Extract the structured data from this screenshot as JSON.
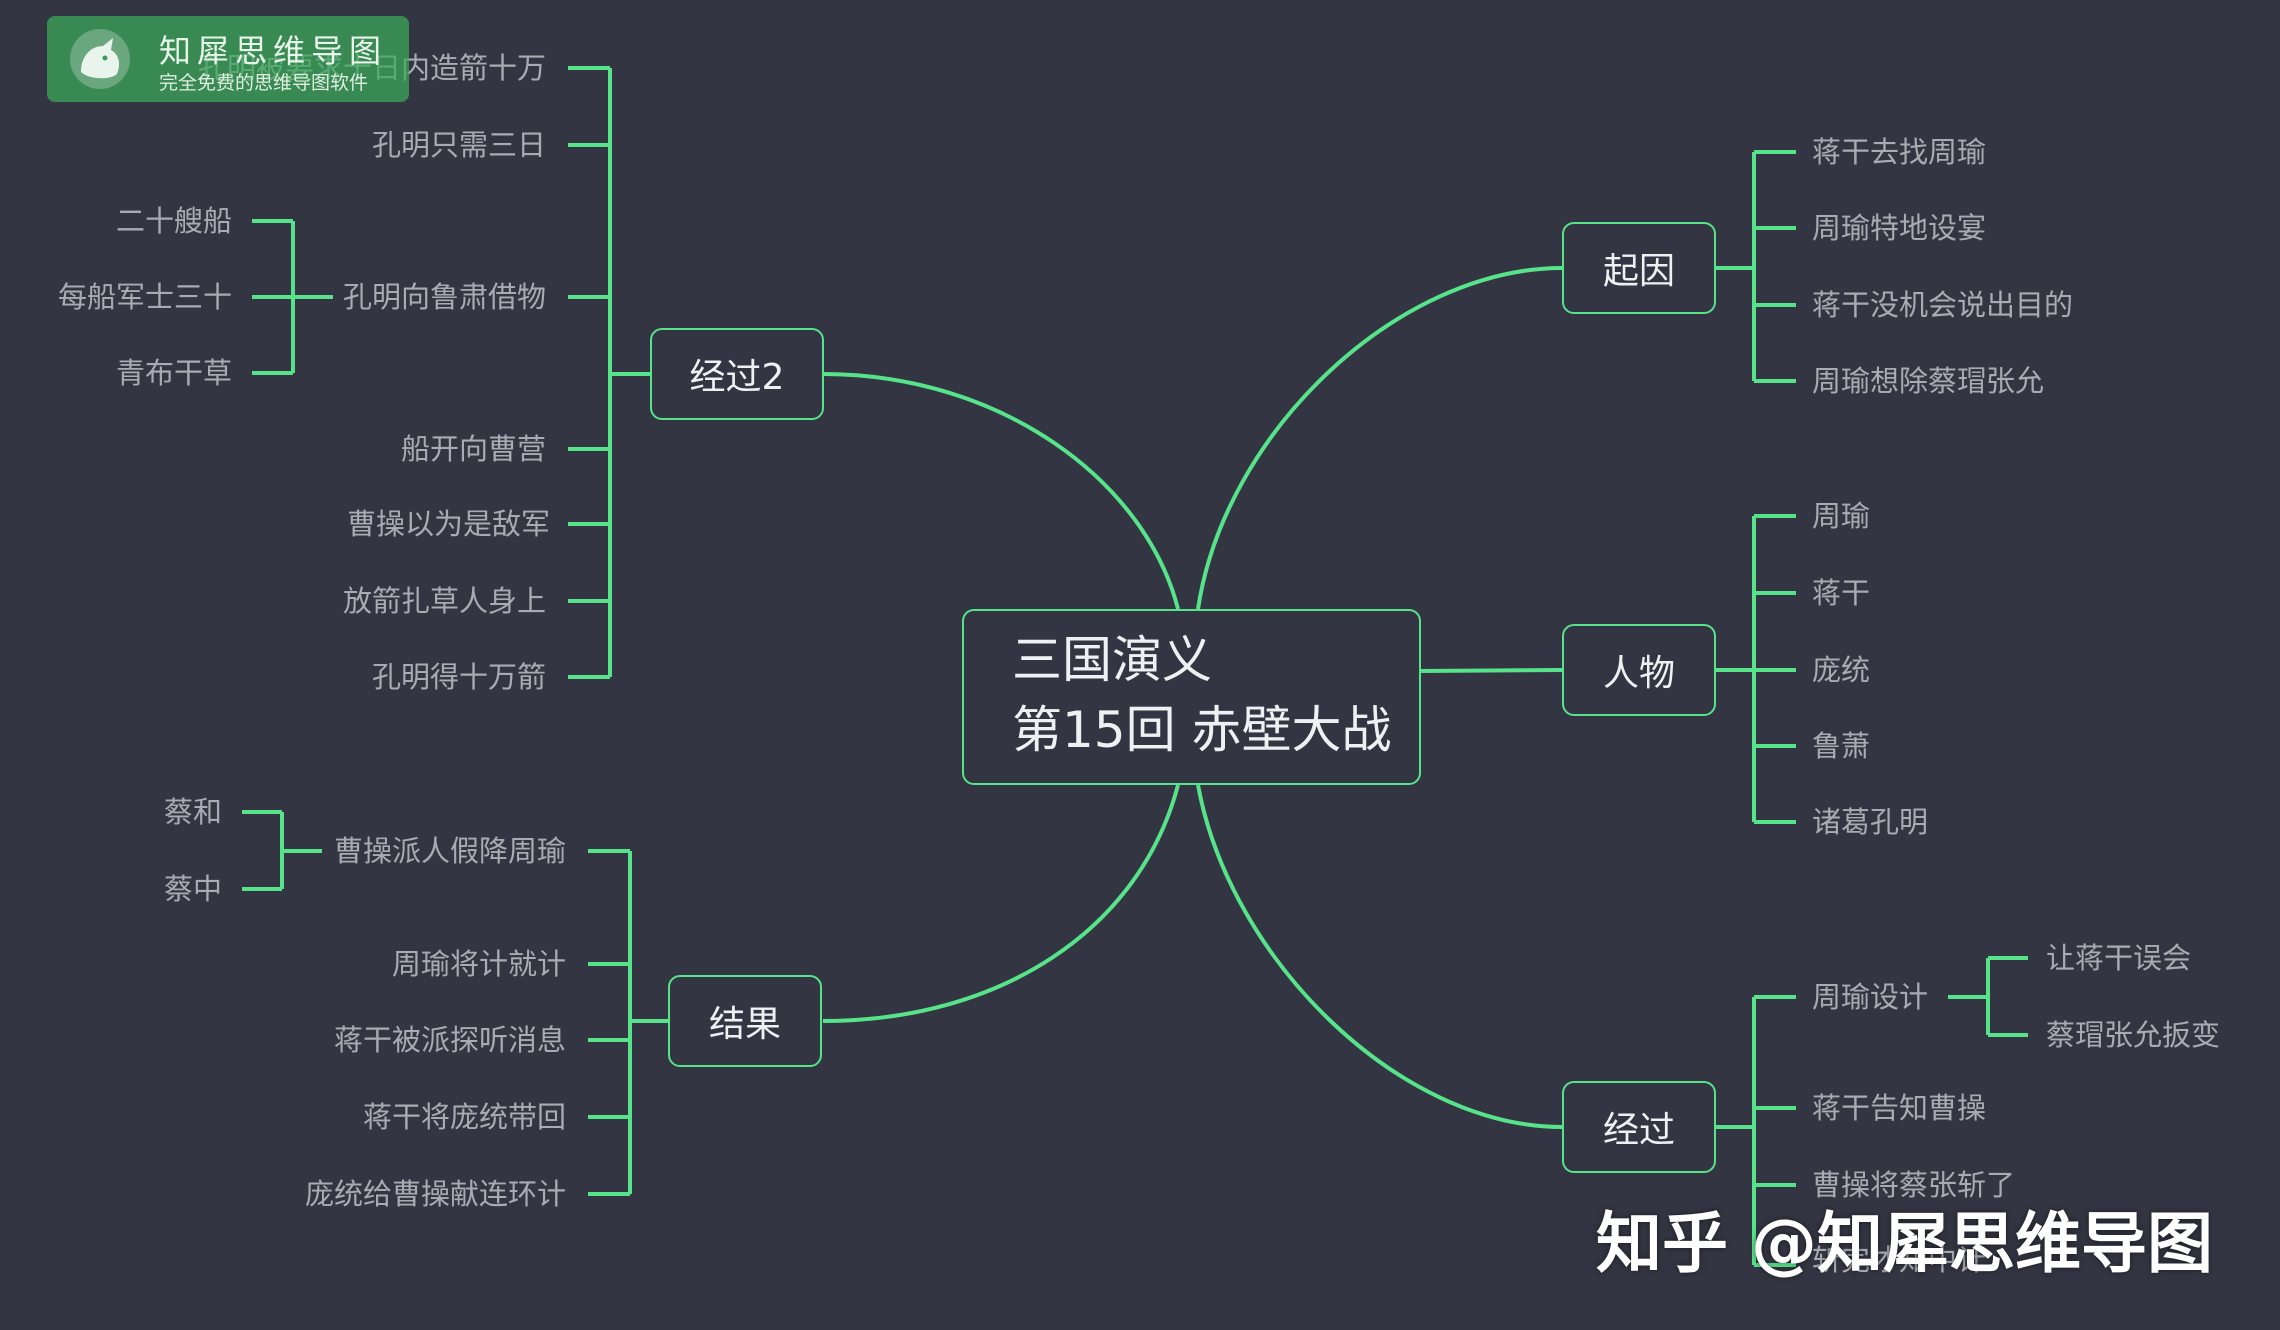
{
  "root": {
    "line1": "三国演义",
    "line2": "第15回 赤壁大战"
  },
  "branches": {
    "qiyin": {
      "label": "起因",
      "items": [
        "蒋干去找周瑜",
        "周瑜特地设宴",
        "蒋干没机会说出目的",
        "周瑜想除蔡瑁张允"
      ]
    },
    "renwu": {
      "label": "人物",
      "items": [
        "周瑜",
        "蒋干",
        "庞统",
        "鲁萧",
        "诸葛孔明"
      ]
    },
    "jingguo": {
      "label": "经过",
      "items": [
        "周瑜设计",
        "蒋干告知曹操",
        "曹操将蔡张斩了",
        "斩完才知中计"
      ],
      "sub": [
        "让蒋干误会",
        "蔡瑁张允扳变"
      ]
    },
    "jingguo2": {
      "label": "经过2",
      "items": [
        "孔明被要求十日内造箭十万",
        "孔明只需三日",
        "孔明向鲁肃借物",
        "船开向曹营",
        "曹操以为是敌军",
        "放箭扎草人身上",
        "孔明得十万箭"
      ],
      "sub": [
        "二十艘船",
        "每船军士三十",
        "青布干草"
      ]
    },
    "jieguo": {
      "label": "结果",
      "items": [
        "曹操派人假降周瑜",
        "周瑜将计就计",
        "蒋干被派探听消息",
        "蒋干将庞统带回",
        "庞统给曹操献连环计"
      ],
      "sub": [
        "蔡和",
        "蔡中"
      ]
    }
  },
  "watermark": {
    "brand": "知犀思维导图",
    "slogan": "完全免费的思维导图软件",
    "credit": "知乎 @知犀思维导图"
  },
  "colors": {
    "background": "#333542",
    "line": "#57e389",
    "text": "#eef0f2",
    "leaf_text": "#a9abb2"
  }
}
